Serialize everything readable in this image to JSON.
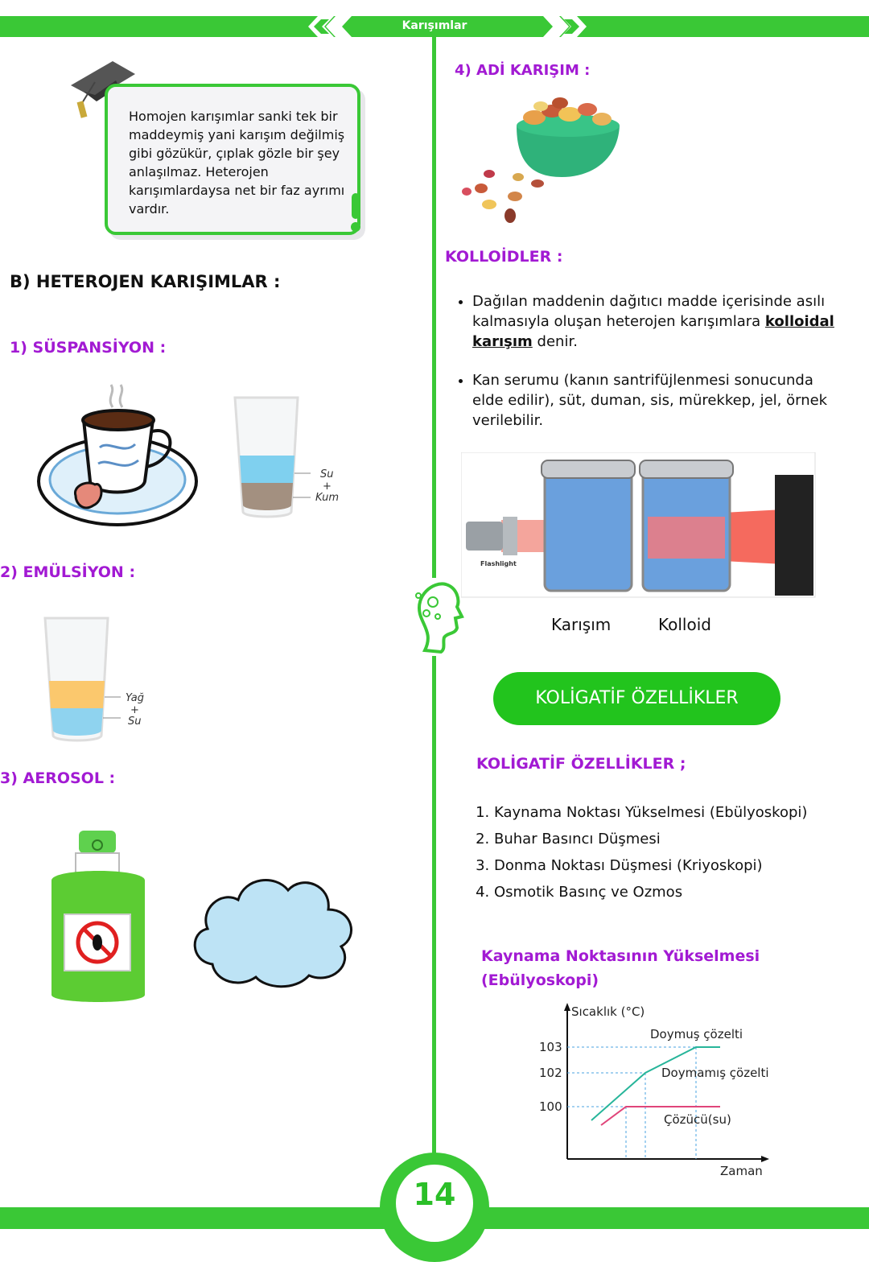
{
  "header": {
    "title": "Karışımlar"
  },
  "callout": {
    "text": "Homojen karışımlar sanki tek bir maddeymiş yani karışım değilmiş gibi gözükür, çıplak gözle bir şey anlaşılmaz. Heterojen karışımlardaysa net bir faz ayrımı vardır."
  },
  "left": {
    "heading": "B) HETEROJEN KARIŞIMLAR :",
    "suspension": {
      "title": "1) SÜSPANSİYON :",
      "label_top": "Su",
      "label_plus": "+",
      "label_bottom": "Kum"
    },
    "emulsion": {
      "title": "2) EMÜLSİYON :",
      "label_top": "Yağ",
      "label_plus": "+",
      "label_bottom": "Su"
    },
    "aerosol": {
      "title": "3) AEROSOL :"
    }
  },
  "right": {
    "adi_title": "4) ADİ KARIŞIM :",
    "colloid_title": "KOLLOİDLER :",
    "bullet1_pre": "Dağılan maddenin dağıtıcı madde içerisinde asılı kalmasıyla oluşan heterojen karışımlara ",
    "bullet1_bold": "kolloidal karışım",
    "bullet1_post": " denir.",
    "bullet2": "Kan serumu (kanın santrifüjlenmesi sonucunda elde edilir), süt, duman, sis, mürekkep, jel, örnek verilebilir.",
    "flashlight_label": "Flashlight",
    "caption_mixture": "Karışım",
    "caption_colloid": "Kolloid",
    "pill": "KOLİGATİF ÖZELLİKLER",
    "koligatif_title": "KOLİGATİF ÖZELLİKLER ;",
    "list": [
      "Kaynama Noktası Yükselmesi (Ebülyoskopi)",
      "Buhar Basıncı Düşmesi",
      "Donma Noktası Düşmesi (Kriyoskopi)",
      "Osmotik Basınç ve Ozmos"
    ],
    "boiling_title_1": "Kaynama Noktasının Yükselmesi",
    "boiling_title_2": "(Ebülyoskopi)"
  },
  "chart_data": {
    "type": "line",
    "ylabel": "Sıcaklık (°C)",
    "xlabel": "Zaman",
    "yticks": [
      100,
      102,
      103
    ],
    "series": [
      {
        "name": "Doymuş çözelti",
        "color": "#27b59a"
      },
      {
        "name": "Doymamış çözelti",
        "color": "#27b59a"
      },
      {
        "name": "Çözücü(su)",
        "color": "#e0457a"
      }
    ]
  },
  "page_number": "14",
  "colors": {
    "green": "#3ac836",
    "purple": "#a21ad3"
  }
}
